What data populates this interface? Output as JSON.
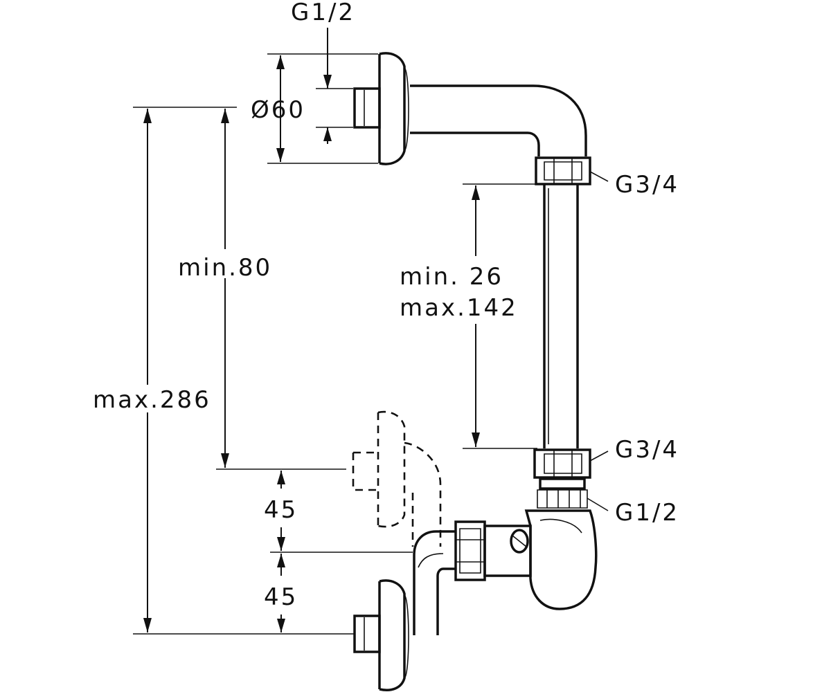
{
  "labels": {
    "top_inlet_thread": "G1/2",
    "flange_diameter": "Ø60",
    "upper_nut_thread": "G3/4",
    "lower_nut_thread": "G3/4",
    "valve_thread": "G1/2",
    "riser_range_min": "min. 26",
    "riser_range_max": "max.142",
    "inner_height": "min.80",
    "overall_height": "max.286",
    "offset_upper": "45",
    "offset_lower": "45"
  }
}
